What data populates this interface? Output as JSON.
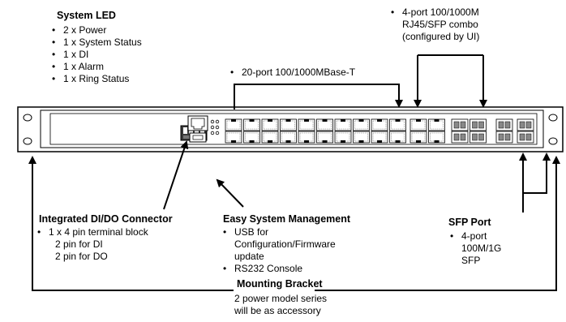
{
  "system_led": {
    "title": "System LED",
    "items": [
      "2 x Power",
      "1 x System Status",
      "1 x DI",
      "1 x Alarm",
      "1 x Ring Status"
    ]
  },
  "combo_ports": {
    "line1": "4-port 100/1000M",
    "line2": "RJ45/SFP combo",
    "line3": "(configured by UI)"
  },
  "rj45_ports": {
    "label": "20-port 100/1000MBase-T"
  },
  "dido": {
    "title": "Integrated DI/DO Connector",
    "item": "1 x 4 pin terminal block",
    "sub1": "2 pin for DI",
    "sub2": "2 pin for DO"
  },
  "management": {
    "title": "Easy System Management",
    "item1_line1": "USB for",
    "item1_line2": "Configuration/Firmware",
    "item1_line3": "update",
    "item2": "RS232 Console"
  },
  "sfp": {
    "title": "SFP Port",
    "line1": "4-port",
    "line2": "100M/1G",
    "line3": "SFP"
  },
  "bracket": {
    "title": "Mounting Bracket",
    "line1": "2 power model series",
    "line2": "will be as accessory"
  }
}
